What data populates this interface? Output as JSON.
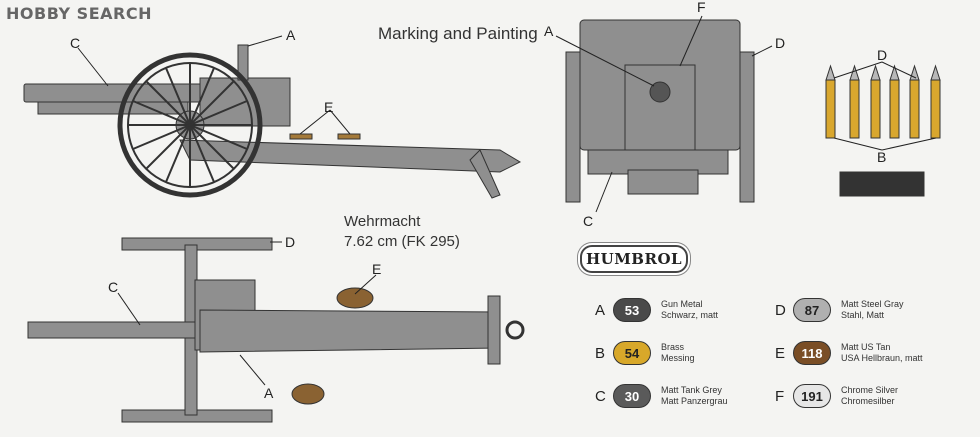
{
  "watermark": "HOBBY SEARCH",
  "heading": "Marking and Painting",
  "vehicle": {
    "line1": "Wehrmacht",
    "line2": "7.62 cm (FK 295)"
  },
  "callouts": {
    "A": "A",
    "B": "B",
    "C": "C",
    "D": "D",
    "E": "E",
    "F": "F"
  },
  "brand": "HUMBROL",
  "paints": [
    {
      "letter": "A",
      "code": "53",
      "name1": "Gun Metal",
      "name2": "Schwarz, matt",
      "color": "#4a4a4a",
      "text_color": "#ffffff"
    },
    {
      "letter": "B",
      "code": "54",
      "name1": "Brass",
      "name2": "Messing",
      "color": "#d8a82a",
      "text_color": "#222222"
    },
    {
      "letter": "C",
      "code": "30",
      "name1": "Matt Tank Grey",
      "name2": "Matt Panzergrau",
      "color": "#5a5a5a",
      "text_color": "#ffffff"
    },
    {
      "letter": "D",
      "code": "87",
      "name1": "Matt Steel Gray",
      "name2": "Stahl, Matt",
      "color": "#b0b0b0",
      "text_color": "#222222"
    },
    {
      "letter": "E",
      "code": "118",
      "name1": "Matt US Tan",
      "name2": "USA Hellbraun, matt",
      "color": "#7a4e26",
      "text_color": "#ffffff"
    },
    {
      "letter": "F",
      "code": "191",
      "name1": "Chrome Silver",
      "name2": "Chromesilber",
      "color": "#e6e6e6",
      "text_color": "#222222"
    }
  ]
}
